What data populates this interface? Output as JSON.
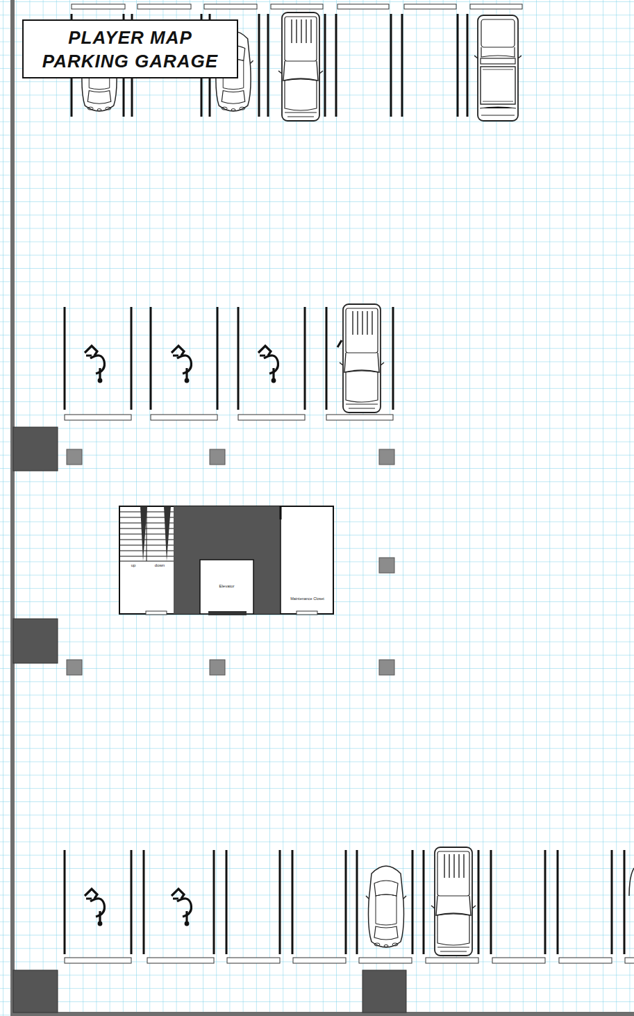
{
  "diagram": {
    "title": "PLAYER MAP PARKING GARAGE",
    "nodes": [
      {
        "text": [
          "up",
          "down"
        ]
      },
      {
        "text": [
          "Elevator"
        ]
      },
      {
        "text": [
          "Maintenance Closet"
        ]
      }
    ]
  }
}
